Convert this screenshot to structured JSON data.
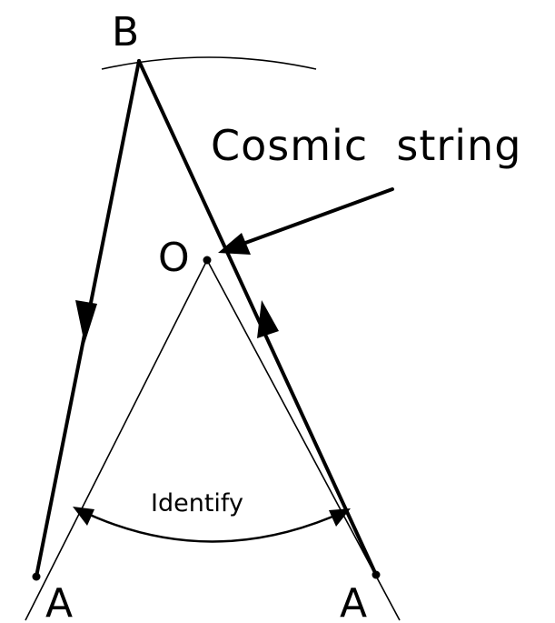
{
  "labels": {
    "b": "B",
    "o": "O",
    "a_left": "A",
    "a_right": "A",
    "title": "Cosmic  string",
    "identify": "Identify"
  }
}
